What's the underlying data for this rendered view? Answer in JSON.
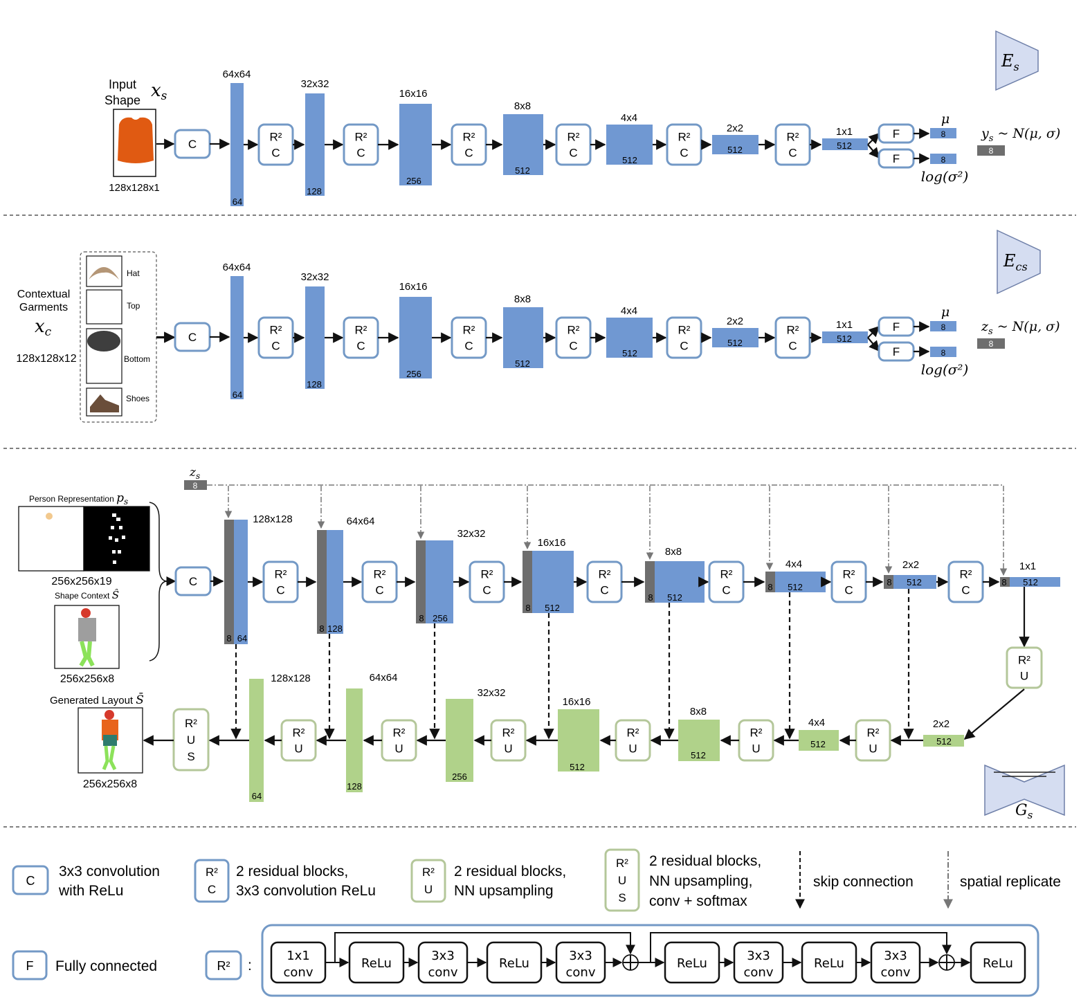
{
  "encoder_shape": {
    "input_label_line1": "Input",
    "input_label_line2": "Shape",
    "input_var": "x",
    "input_var_sub": "s",
    "input_dims": "128x128x1",
    "sizes": [
      "64x64",
      "32x32",
      "16x16",
      "8x8",
      "4x4",
      "2x2",
      "1x1"
    ],
    "channels": [
      "64",
      "128",
      "256",
      "512",
      "512",
      "512",
      "512"
    ],
    "mu": "μ",
    "logvar": "log(σ²)",
    "fc_out": "8",
    "latent_formula": "y_s ~ N(μ, σ)",
    "latent_dim": "8",
    "network_label": "E",
    "network_sub": "s"
  },
  "encoder_context": {
    "input_label_line1": "Contextual",
    "input_label_line2": "Garments",
    "input_var": "x",
    "input_var_sub": "c",
    "input_dims": "128x128x12",
    "garments": [
      "Hat",
      "Top",
      "Bottom",
      "Shoes"
    ],
    "sizes": [
      "64x64",
      "32x32",
      "16x16",
      "8x8",
      "4x4",
      "2x2",
      "1x1"
    ],
    "channels": [
      "64",
      "128",
      "256",
      "512",
      "512",
      "512",
      "512"
    ],
    "mu": "μ",
    "logvar": "log(σ²)",
    "fc_out": "8",
    "latent_formula": "z_s ~ N(μ, σ)",
    "latent_dim": "8",
    "network_label": "E",
    "network_sub": "cs"
  },
  "generator": {
    "z_label": "z",
    "z_sub": "s",
    "z_dim": "8",
    "person_rep_label": "Person Representation",
    "person_rep_var": "p",
    "person_rep_sub": "s",
    "person_rep_dims": "256x256x19",
    "shape_context_label": "Shape Context",
    "shape_context_var": "Ŝ",
    "shape_context_dims": "256x256x8",
    "output_label": "Generated Layout",
    "output_var": "S̄",
    "output_dims": "256x256x8",
    "enc_sizes": [
      "128x128",
      "64x64",
      "32x32",
      "16x16",
      "8x8",
      "4x4",
      "2x2",
      "1x1"
    ],
    "enc_channels": [
      "64",
      "128",
      "256",
      "512",
      "512",
      "512",
      "512",
      "512"
    ],
    "replicate_dim": "8",
    "dec_sizes": [
      "128x128",
      "64x64",
      "32x32",
      "16x16",
      "8x8",
      "4x4",
      "2x2"
    ],
    "dec_channels": [
      "64",
      "128",
      "256",
      "512",
      "512",
      "512",
      "512"
    ],
    "network_label": "G",
    "network_sub": "s"
  },
  "blocks": {
    "C": "C",
    "F": "F",
    "R2": "R²",
    "U": "U",
    "S": "S"
  },
  "legend": {
    "conv": [
      "3x3 convolution",
      "with ReLu"
    ],
    "r2c": [
      "2 residual blocks,",
      "3x3 convolution ReLu"
    ],
    "r2u": [
      "2 residual blocks,",
      "NN upsampling"
    ],
    "r2us": [
      "2 residual blocks,",
      "NN upsampling,",
      "conv + softmax"
    ],
    "skip": "skip connection",
    "replicate": "spatial replicate",
    "fc": "Fully connected",
    "r2_colon": ":",
    "r2_chain": [
      [
        "1x1",
        "conv"
      ],
      [
        "ReLu"
      ],
      [
        "3x3",
        "conv"
      ],
      [
        "ReLu"
      ],
      [
        "3x3",
        "conv"
      ],
      [
        "ReLu"
      ],
      [
        "3x3",
        "conv"
      ],
      [
        "ReLu"
      ],
      [
        "3x3",
        "conv"
      ],
      [
        "ReLu"
      ]
    ]
  },
  "colors": {
    "encoder_blue": "#7098D2",
    "decoder_green": "#B0D28A",
    "replicate_gray": "#6E6E6E",
    "block_border_blue": "#7399C6",
    "block_border_green": "#B4C79A",
    "network_icon": "#D5DDF1"
  }
}
